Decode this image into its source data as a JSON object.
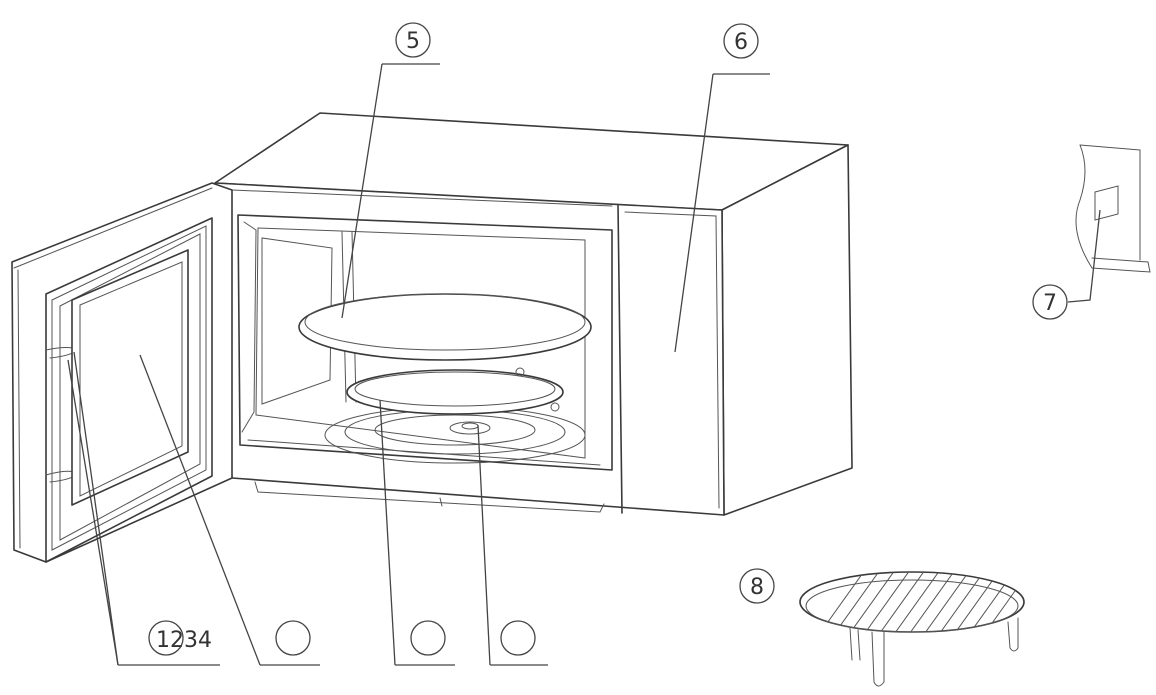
{
  "callouts": {
    "c1234": "1234",
    "c5": "5",
    "c6": "6",
    "c7": "7",
    "c8": "8"
  }
}
